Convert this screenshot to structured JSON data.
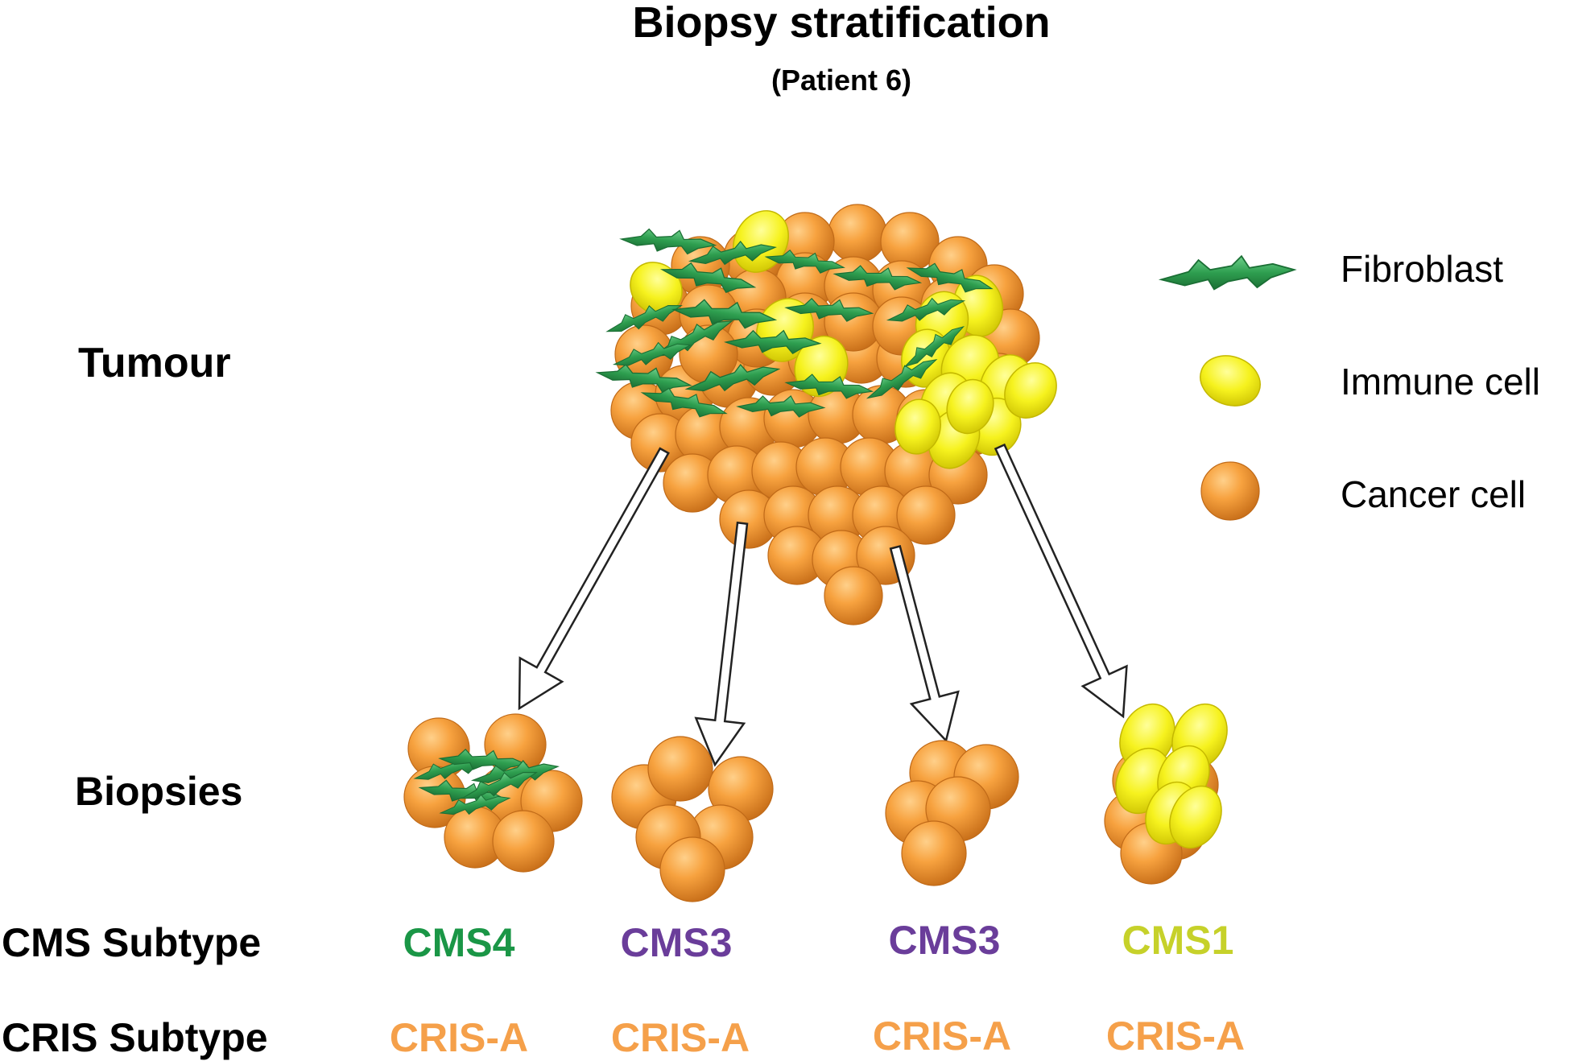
{
  "title": "Biopsy stratification",
  "subtitle": "(Patient 6)",
  "row_labels": {
    "tumour": "Tumour",
    "biopsies": "Biopsies",
    "cms": "CMS Subtype",
    "cris": "CRIS Subtype"
  },
  "legend": [
    {
      "icon": "fibroblast-icon",
      "label": "Fibroblast"
    },
    {
      "icon": "immune-cell-icon",
      "label": "Immune cell"
    },
    {
      "icon": "cancer-cell-icon",
      "label": "Cancer cell"
    }
  ],
  "biopsies": [
    {
      "composition": "fibroblast-rich",
      "cms": "CMS4",
      "cms_color": "#1a9646",
      "cris": "CRIS-A",
      "cris_color": "#f5a04a"
    },
    {
      "composition": "cancer-only",
      "cms": "CMS3",
      "cms_color": "#6a3d9a",
      "cris": "CRIS-A",
      "cris_color": "#f5a04a"
    },
    {
      "composition": "cancer-only",
      "cms": "CMS3",
      "cms_color": "#6a3d9a",
      "cris": "CRIS-A",
      "cris_color": "#f5a04a"
    },
    {
      "composition": "immune-rich",
      "cms": "CMS1",
      "cms_color": "#c6d12a",
      "cris": "CRIS-A",
      "cris_color": "#f5a04a"
    }
  ],
  "colors": {
    "fibroblast": "#2e9e4f",
    "immune": "#f2f21c",
    "cancer": "#f59a32"
  }
}
